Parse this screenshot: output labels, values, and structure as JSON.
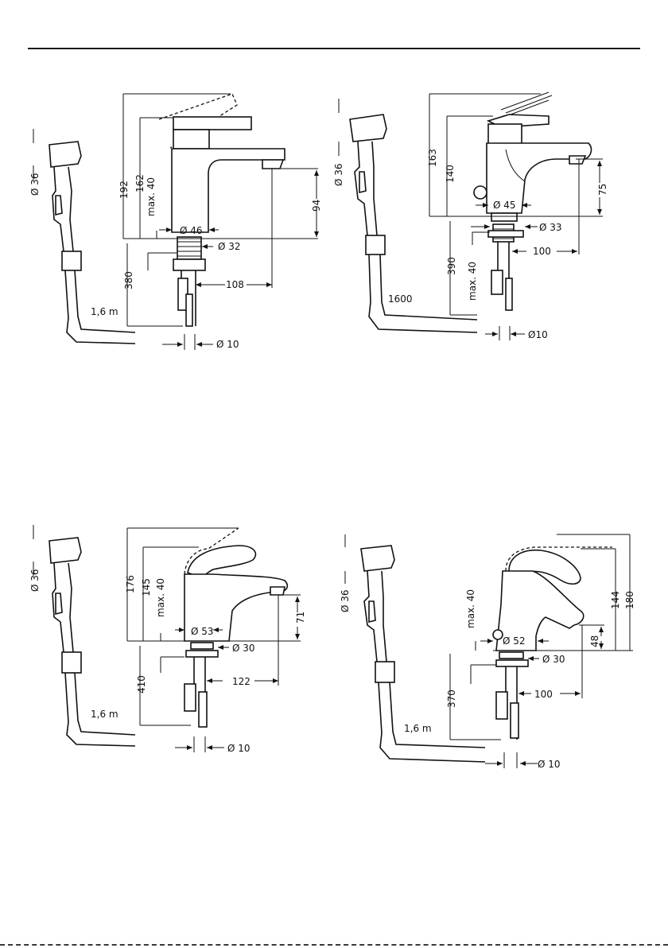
{
  "diagrams": [
    {
      "id": "top-left",
      "labels": {
        "hand_shower_dia": "Ø 36",
        "height_total": "192",
        "height_lever": "162",
        "max_thickness": "max. 40",
        "base_dia": "Ø 46",
        "shank_dia": "Ø 32",
        "spout_height": "94",
        "under_length": "380",
        "reach": "108",
        "hose_length": "1,6 m",
        "hose_dia": "Ø 10"
      }
    },
    {
      "id": "top-right",
      "labels": {
        "hand_shower_dia": "Ø 36",
        "height_total": "163",
        "height_lever": "140",
        "spout_height": "75",
        "base_dia": "Ø  45",
        "shank_dia": "Ø 33",
        "under_length": "390",
        "max_thickness": "max. 40",
        "reach": "100",
        "hose_length": "1600",
        "hose_dia": "Ø10"
      }
    },
    {
      "id": "bottom-left",
      "labels": {
        "hand_shower_dia": "Ø 36",
        "height_total": "176",
        "height_lever": "145",
        "max_thickness": "max. 40",
        "spout_height": "71",
        "base_dia": "Ø 53",
        "shank_dia": "Ø 30",
        "under_length": "410",
        "reach": "122",
        "hose_length": "1,6 m",
        "hose_dia": "Ø 10"
      }
    },
    {
      "id": "bottom-right",
      "labels": {
        "hand_shower_dia": "Ø 36",
        "max_thickness": "max. 40",
        "height_lever": "144",
        "height_total": "180",
        "spout_height": "48",
        "base_dia": "Ø 52",
        "shank_dia": "Ø 30",
        "under_length": "370",
        "reach": "100",
        "hose_length": "1,6 m",
        "hose_dia": "Ø 10"
      }
    }
  ]
}
